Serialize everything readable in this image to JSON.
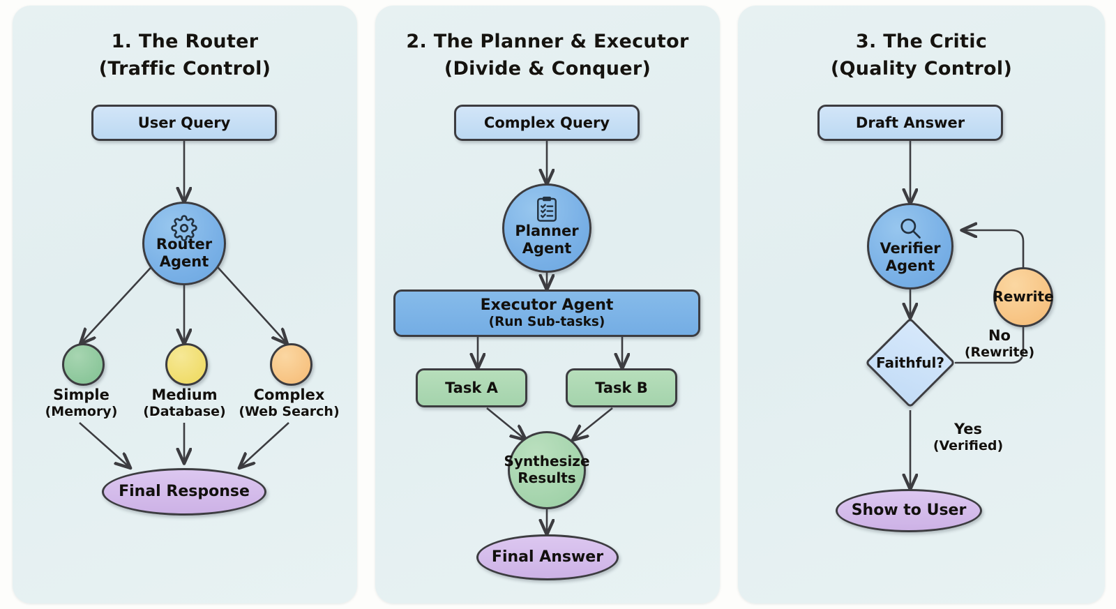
{
  "panels": [
    {
      "title_line1": "1. The Router",
      "title_line2": "(Traffic Control)",
      "nodes": {
        "user_query": "User Query",
        "router_agent_l1": "Router",
        "router_agent_l2": "Agent",
        "router_icon": "gear-icon",
        "branch_simple_label": "Simple",
        "branch_simple_sub": "(Memory)",
        "branch_medium_label": "Medium",
        "branch_medium_sub": "(Database)",
        "branch_complex_label": "Complex",
        "branch_complex_sub": "(Web Search)",
        "final_response": "Final Response"
      },
      "colors": {
        "simple": "#8cc79b",
        "medium": "#f0dd6c",
        "complex": "#f7c382",
        "agent": "#79b0e6",
        "final": "#cdb2e6"
      }
    },
    {
      "title_line1": "2. The Planner & Executor",
      "title_line2": "(Divide & Conquer)",
      "nodes": {
        "complex_query": "Complex Query",
        "planner_agent_l1": "Planner",
        "planner_agent_l2": "Agent",
        "planner_icon": "clipboard-checklist-icon",
        "executor_agent_l1": "Executor Agent",
        "executor_agent_l2": "(Run Sub-tasks)",
        "task_a": "Task A",
        "task_b": "Task B",
        "synthesize_l1": "Synthesize",
        "synthesize_l2": "Results",
        "final_answer": "Final Answer"
      },
      "colors": {
        "executor": "#74ade4",
        "task": "#a4d3ac",
        "synthesize": "#a3d3ab",
        "final": "#cdb2e6"
      }
    },
    {
      "title_line1": "3. The Critic",
      "title_line2": "(Quality Control)",
      "nodes": {
        "draft_answer": "Draft Answer",
        "verifier_agent_l1": "Verifier",
        "verifier_agent_l2": "Agent",
        "verifier_icon": "magnifier-icon",
        "decision": "Faithful?",
        "rewrite": "Rewrite",
        "edge_no_l1": "No",
        "edge_no_l2": "(Rewrite)",
        "edge_yes_l1": "Yes",
        "edge_yes_l2": "(Verified)",
        "show_to_user": "Show to User"
      },
      "colors": {
        "verifier": "#79b0e6",
        "decision": "#c3dcf6",
        "rewrite": "#f7c382",
        "show": "#cdb2e6"
      }
    }
  ],
  "theme": {
    "panel_bg": "#e4eff1",
    "page_bg": "#fdfdfb",
    "stroke": "#3c3c40",
    "text": "#12100d"
  }
}
